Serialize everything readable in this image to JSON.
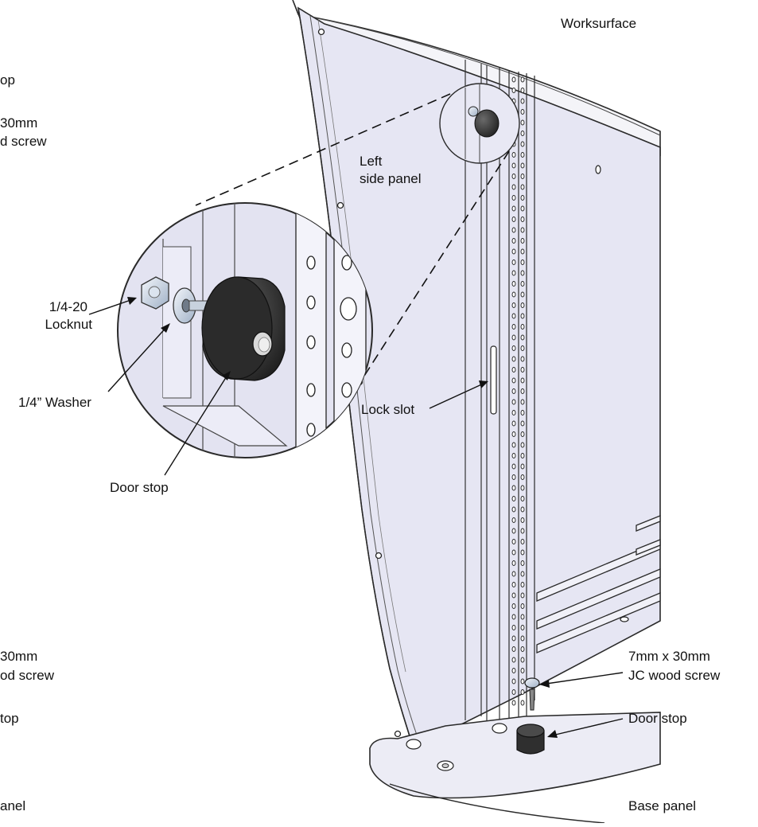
{
  "labels": {
    "worksurface": "Worksurface",
    "left_side_panel_line1": "Left",
    "left_side_panel_line2": "side panel",
    "locknut_line1": "1/4-20",
    "locknut_line2": "Locknut",
    "washer": "1/4” Washer",
    "door_stop_detail": "Door stop",
    "lock_slot": "Lock slot",
    "screw_right_line1": "7mm x 30mm",
    "screw_right_line2": "JC wood screw",
    "door_stop_right": "Door stop",
    "base_panel_right": "Base panel",
    "left_top_frag1": "op",
    "left_top_frag2": "30mm",
    "left_top_frag3": "d screw",
    "left_bottom_frag1": " 30mm",
    "left_bottom_frag2": "od screw",
    "left_bottom_frag3": "top",
    "left_bottom_frag4": "anel"
  },
  "colors": {
    "panel_fill": "#e6e6f3",
    "detail_fill": "#e3e3f1",
    "outline": "#2a2a2a",
    "door_stop": "#2e2e2e"
  }
}
